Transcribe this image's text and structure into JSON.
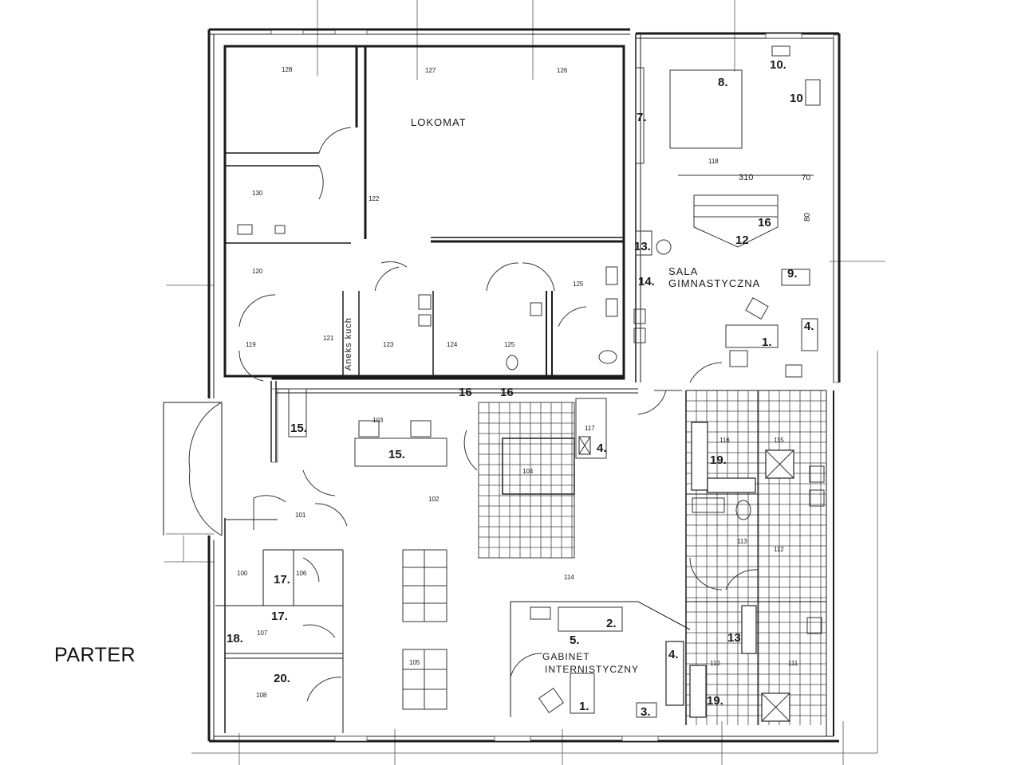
{
  "plan_label": "PARTER",
  "handwritten": {
    "lokomat": "LOKOMAT",
    "aneks": "Aneks kuch",
    "sala": "SALA",
    "gimnastyczna": "GIMNASTYCZNA",
    "gabinet": "GABINET",
    "internistyczny": "INTERNISTYCZNY"
  },
  "dimensions": {
    "d1": "310",
    "d2": "70",
    "d3": "80"
  },
  "rooms": [
    {
      "id": "r100",
      "label": "100"
    },
    {
      "id": "r101",
      "label": "101"
    },
    {
      "id": "r102",
      "label": "102"
    },
    {
      "id": "r103",
      "label": "103"
    },
    {
      "id": "r104",
      "label": "104"
    },
    {
      "id": "r105",
      "label": "105"
    },
    {
      "id": "r106",
      "label": "106"
    },
    {
      "id": "r107",
      "label": "107"
    },
    {
      "id": "r108",
      "label": "108"
    },
    {
      "id": "r110",
      "label": "110"
    },
    {
      "id": "r111",
      "label": "111"
    },
    {
      "id": "r112",
      "label": "112"
    },
    {
      "id": "r113",
      "label": "113"
    },
    {
      "id": "r114",
      "label": "114"
    },
    {
      "id": "r115",
      "label": "115"
    },
    {
      "id": "r116",
      "label": "116"
    },
    {
      "id": "r117",
      "label": "117"
    },
    {
      "id": "r118",
      "label": "118"
    },
    {
      "id": "r119",
      "label": "119"
    },
    {
      "id": "r120",
      "label": "120"
    },
    {
      "id": "r121",
      "label": "121"
    },
    {
      "id": "r122",
      "label": "122"
    },
    {
      "id": "r123",
      "label": "123"
    },
    {
      "id": "r124",
      "label": "124"
    },
    {
      "id": "r125a",
      "label": "125"
    },
    {
      "id": "r125b",
      "label": "125"
    },
    {
      "id": "r126",
      "label": "126"
    },
    {
      "id": "r127",
      "label": "127"
    },
    {
      "id": "r128",
      "label": "128"
    },
    {
      "id": "r130",
      "label": "130"
    }
  ],
  "furniture": [
    {
      "id": "f1a",
      "label": "1."
    },
    {
      "id": "f1b",
      "label": "1."
    },
    {
      "id": "f2",
      "label": "2."
    },
    {
      "id": "f3",
      "label": "3."
    },
    {
      "id": "f4a",
      "label": "4."
    },
    {
      "id": "f4b",
      "label": "4."
    },
    {
      "id": "f4c",
      "label": "4."
    },
    {
      "id": "f5",
      "label": "5."
    },
    {
      "id": "f7",
      "label": "7."
    },
    {
      "id": "f8",
      "label": "8."
    },
    {
      "id": "f9",
      "label": "9."
    },
    {
      "id": "f10a",
      "label": "10."
    },
    {
      "id": "f10b",
      "label": "10"
    },
    {
      "id": "f12",
      "label": "12"
    },
    {
      "id": "f13a",
      "label": "13."
    },
    {
      "id": "f13b",
      "label": "13"
    },
    {
      "id": "f14",
      "label": "14."
    },
    {
      "id": "f15a",
      "label": "15."
    },
    {
      "id": "f15b",
      "label": "15."
    },
    {
      "id": "f16a",
      "label": "16"
    },
    {
      "id": "f16b",
      "label": "16"
    },
    {
      "id": "f16c",
      "label": "16"
    },
    {
      "id": "f17a",
      "label": "17."
    },
    {
      "id": "f17b",
      "label": "17."
    },
    {
      "id": "f18",
      "label": "18."
    },
    {
      "id": "f19a",
      "label": "19."
    },
    {
      "id": "f19b",
      "label": "19."
    },
    {
      "id": "f20",
      "label": "20."
    }
  ]
}
